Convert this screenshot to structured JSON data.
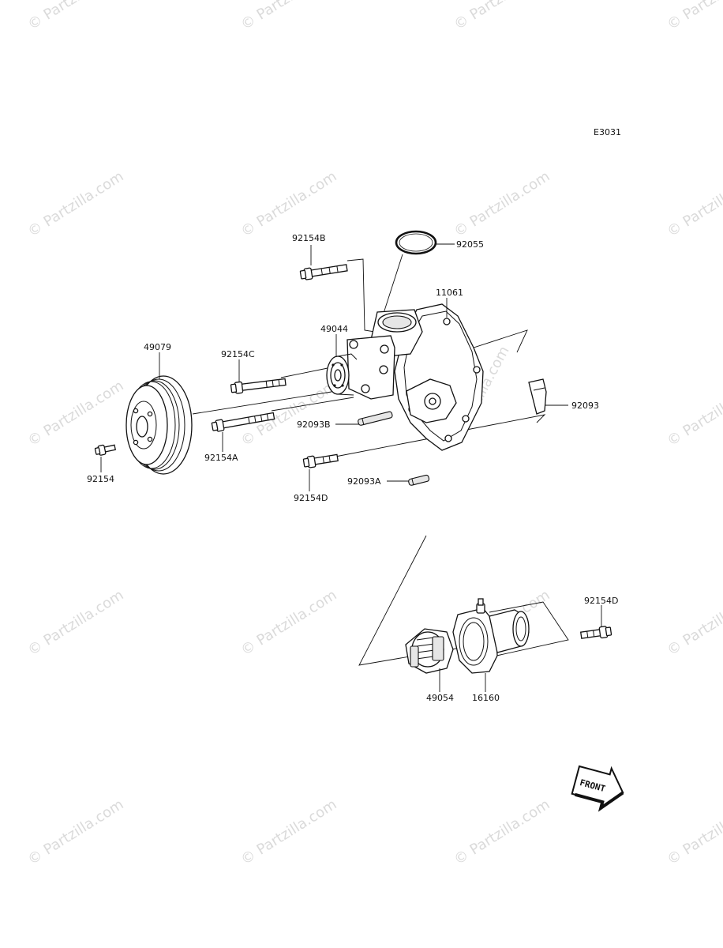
{
  "diagram_code": "E3031",
  "watermark_text": "Partzilla.com",
  "front_label": "FRONT",
  "parts": [
    {
      "id": "92154B",
      "label": "92154B"
    },
    {
      "id": "92055",
      "label": "92055"
    },
    {
      "id": "11061",
      "label": "11061"
    },
    {
      "id": "49044",
      "label": "49044"
    },
    {
      "id": "49079",
      "label": "49079"
    },
    {
      "id": "92154C",
      "label": "92154C"
    },
    {
      "id": "92154A",
      "label": "92154A"
    },
    {
      "id": "92154",
      "label": "92154"
    },
    {
      "id": "92093B",
      "label": "92093B"
    },
    {
      "id": "92093",
      "label": "92093"
    },
    {
      "id": "92093A",
      "label": "92093A"
    },
    {
      "id": "92154D-top",
      "label": "92154D"
    },
    {
      "id": "92154D-bottom",
      "label": "92154D"
    },
    {
      "id": "49054",
      "label": "49054"
    },
    {
      "id": "16160",
      "label": "16160"
    }
  ]
}
